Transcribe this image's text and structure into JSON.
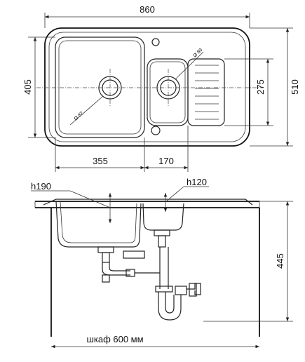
{
  "top_view": {
    "width_label": "860",
    "height_label": "510",
    "bowl_height_label": "405",
    "small_bowl_height_label": "275",
    "bowl_width_label": "355",
    "small_bowl_width_label": "170",
    "drain_main_label": "Ø 87",
    "drain_small_label": "Ø 89"
  },
  "side_view": {
    "depth_main_label": "h190",
    "depth_small_label": "h120",
    "total_height_label": "445",
    "cabinet_label": "шкаф 600 мм"
  }
}
